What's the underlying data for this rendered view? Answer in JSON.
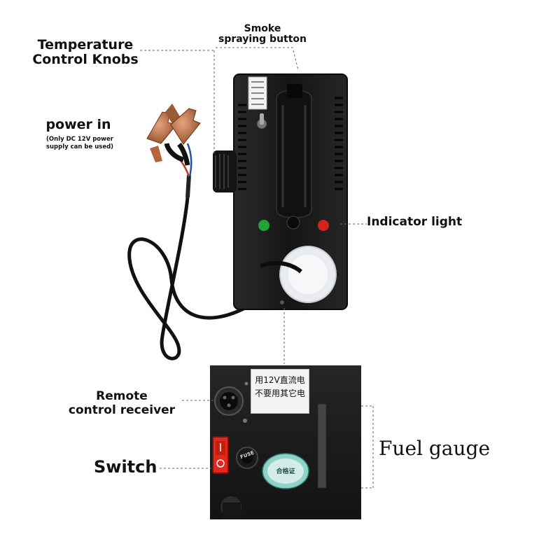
{
  "labels": {
    "smoke_button": [
      "Smoke",
      "spraying button"
    ],
    "temperature_knobs": [
      "Temperature",
      "Control Knobs"
    ],
    "power_in": "power in",
    "power_note": [
      "(Only DC 12V power",
      "supply can be used)"
    ],
    "indicator_light": "Indicator light",
    "remote_receiver": [
      "Remote",
      "control receiver"
    ],
    "switch": "Switch",
    "fuel_gauge": "Fuel gauge"
  },
  "device_text": {
    "panel_notice": [
      "用12V直流电",
      "不要用其它电"
    ],
    "fuse": "FUSE",
    "certificate": "合格证"
  },
  "colors": {
    "indicator_green": "#1fa33a",
    "indicator_red": "#d4231f",
    "switch_red": "#e0281d",
    "body": "#1c1c1c"
  }
}
